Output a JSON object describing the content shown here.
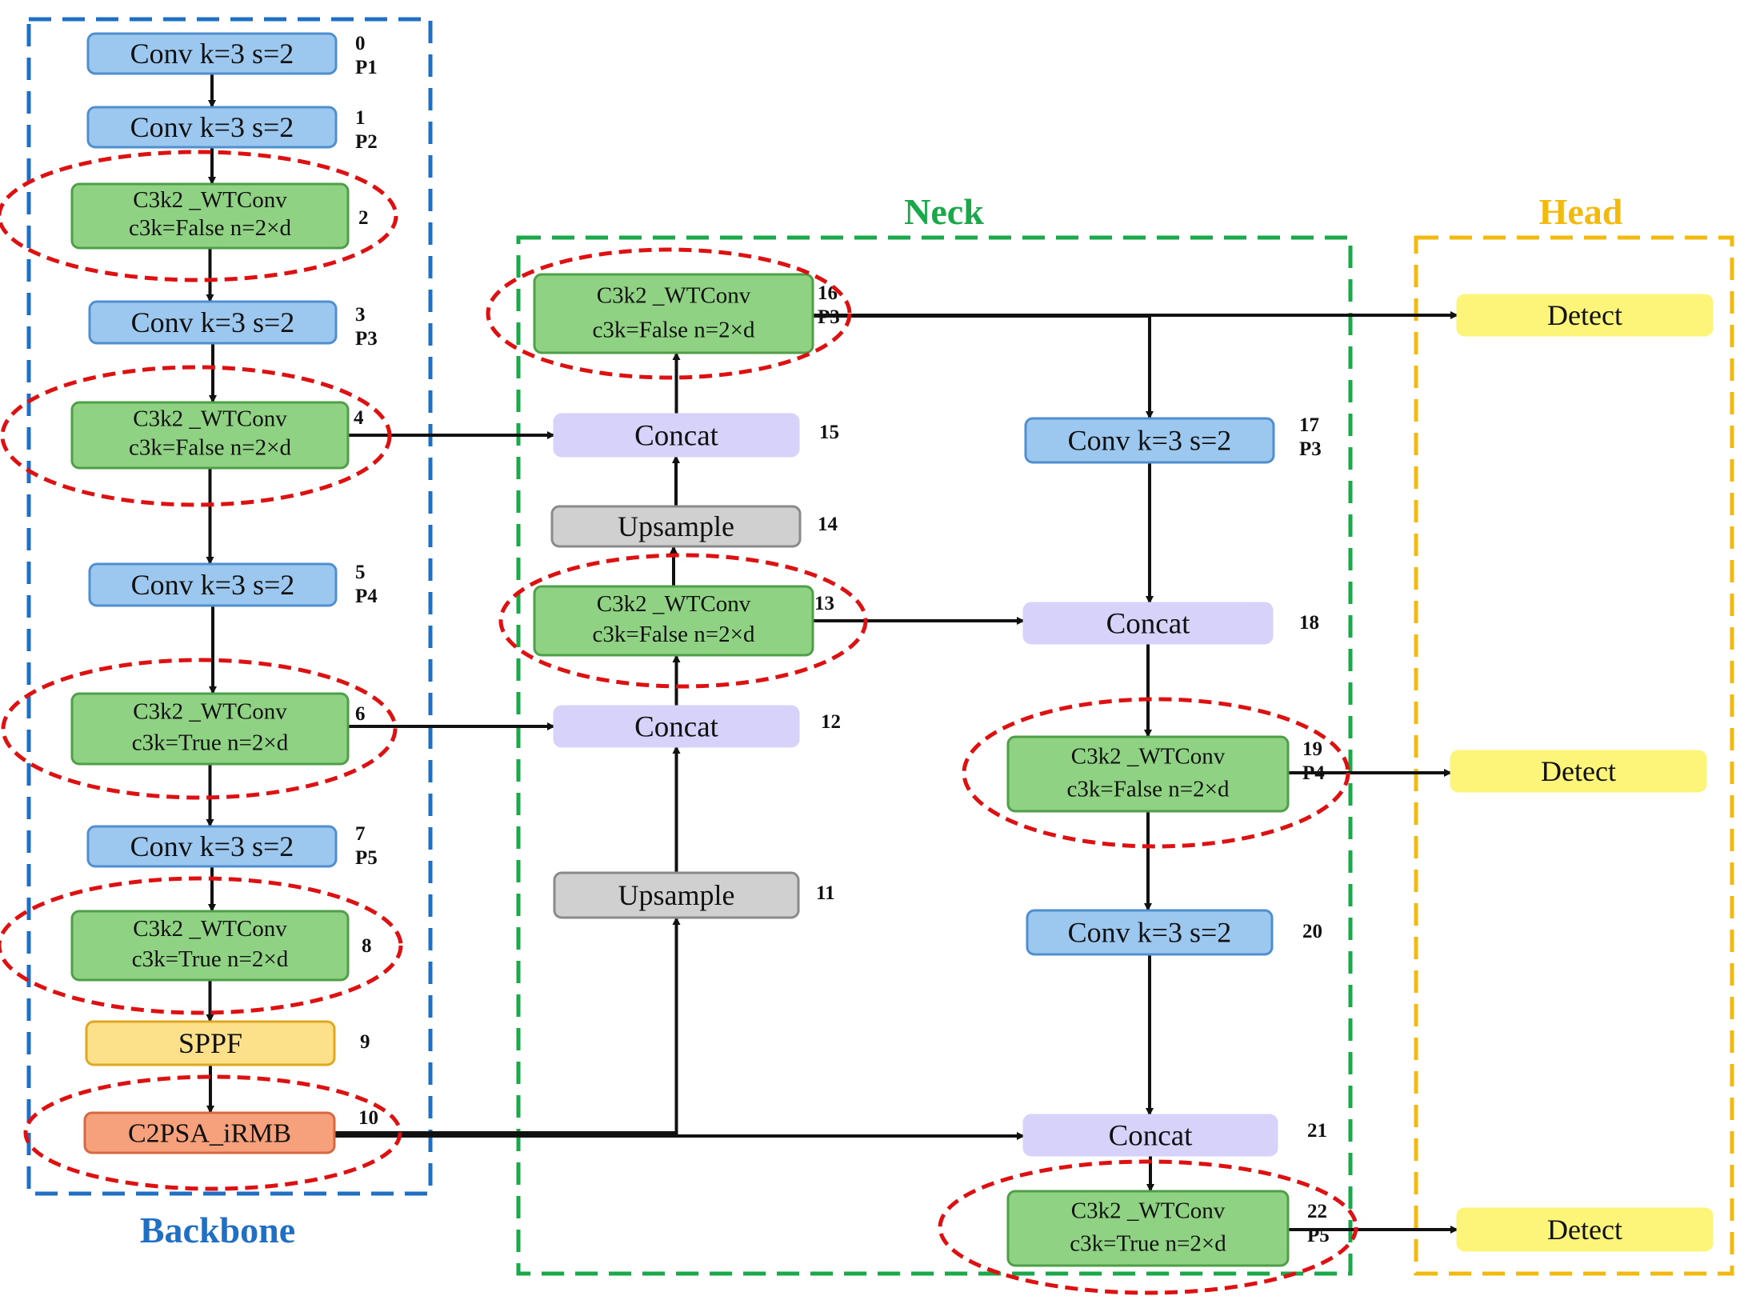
{
  "colors": {
    "backbone": "#1f6fc4",
    "neck": "#1aa84a",
    "head": "#f2b90f",
    "ellipse": "#dd1111",
    "conv_fill": "#9cc8ef",
    "conv_stroke": "#4f8fd0",
    "c3k2_fill": "#8fd283",
    "c3k2_stroke": "#4f9f48",
    "concat_fill": "#d6d2fa",
    "upsample_fill": "#d0d0d0",
    "upsample_stroke": "#8a8a8a",
    "sppf_fill": "#fde08a",
    "sppf_stroke": "#e0a820",
    "c2psa_fill": "#f7a07c",
    "c2psa_stroke": "#d86840",
    "detect_fill": "#fdf57a"
  },
  "sections": {
    "backbone": "Backbone",
    "neck": "Neck",
    "head": "Head"
  },
  "nodes": [
    {
      "id": "n0",
      "type": "conv",
      "lines": [
        "Conv k=3 s=2"
      ],
      "index": "0",
      "level": "P1"
    },
    {
      "id": "n1",
      "type": "conv",
      "lines": [
        "Conv k=3 s=2"
      ],
      "index": "1",
      "level": "P2"
    },
    {
      "id": "n2",
      "type": "c3k2",
      "lines": [
        "C3k2 _WTConv",
        "c3k=False   n=2×d"
      ],
      "index": "2",
      "level": ""
    },
    {
      "id": "n3",
      "type": "conv",
      "lines": [
        "Conv k=3 s=2"
      ],
      "index": "3",
      "level": "P3"
    },
    {
      "id": "n4",
      "type": "c3k2",
      "lines": [
        "C3k2 _WTConv",
        "c3k=False   n=2×d"
      ],
      "index": "4",
      "level": ""
    },
    {
      "id": "n5",
      "type": "conv",
      "lines": [
        "Conv k=3 s=2"
      ],
      "index": "5",
      "level": "P4"
    },
    {
      "id": "n6",
      "type": "c3k2",
      "lines": [
        "C3k2 _WTConv",
        "c3k=True    n=2×d"
      ],
      "index": "6",
      "level": ""
    },
    {
      "id": "n7",
      "type": "conv",
      "lines": [
        "Conv k=3 s=2"
      ],
      "index": "7",
      "level": "P5"
    },
    {
      "id": "n8",
      "type": "c3k2",
      "lines": [
        "C3k2 _WTConv",
        "c3k=True    n=2×d"
      ],
      "index": "8",
      "level": ""
    },
    {
      "id": "n9",
      "type": "sppf",
      "lines": [
        "SPPF"
      ],
      "index": "9",
      "level": ""
    },
    {
      "id": "n10",
      "type": "c2psa",
      "lines": [
        "C2PSA_iRMB"
      ],
      "index": "10",
      "level": ""
    },
    {
      "id": "n11",
      "type": "upsample",
      "lines": [
        "Upsample"
      ],
      "index": "11",
      "level": ""
    },
    {
      "id": "n12",
      "type": "concat",
      "lines": [
        "Concat"
      ],
      "index": "12",
      "level": ""
    },
    {
      "id": "n13",
      "type": "c3k2",
      "lines": [
        "C3k2 _WTConv",
        "c3k=False   n=2×d"
      ],
      "index": "13",
      "level": ""
    },
    {
      "id": "n14",
      "type": "upsample",
      "lines": [
        "Upsample"
      ],
      "index": "14",
      "level": ""
    },
    {
      "id": "n15",
      "type": "concat",
      "lines": [
        "Concat"
      ],
      "index": "15",
      "level": ""
    },
    {
      "id": "n16",
      "type": "c3k2",
      "lines": [
        "C3k2 _WTConv",
        "c3k=False   n=2×d"
      ],
      "index": "16",
      "level": "P3"
    },
    {
      "id": "n17",
      "type": "conv",
      "lines": [
        "Conv k=3 s=2"
      ],
      "index": "17",
      "level": "P3"
    },
    {
      "id": "n18",
      "type": "concat",
      "lines": [
        "Concat"
      ],
      "index": "18",
      "level": ""
    },
    {
      "id": "n19",
      "type": "c3k2",
      "lines": [
        "C3k2 _WTConv",
        "c3k=False   n=2×d"
      ],
      "index": "19",
      "level": "P4"
    },
    {
      "id": "n20",
      "type": "conv",
      "lines": [
        "Conv k=3 s=2"
      ],
      "index": "20",
      "level": ""
    },
    {
      "id": "n21",
      "type": "concat",
      "lines": [
        "Concat"
      ],
      "index": "21",
      "level": ""
    },
    {
      "id": "n22",
      "type": "c3k2",
      "lines": [
        "C3k2 _WTConv",
        "c3k=True    n=2×d"
      ],
      "index": "22",
      "level": "P5"
    },
    {
      "id": "d1",
      "type": "detect",
      "lines": [
        "Detect"
      ],
      "index": "",
      "level": ""
    },
    {
      "id": "d2",
      "type": "detect",
      "lines": [
        "Detect"
      ],
      "index": "",
      "level": ""
    },
    {
      "id": "d3",
      "type": "detect",
      "lines": [
        "Detect"
      ],
      "index": "",
      "level": ""
    }
  ],
  "edges": [
    [
      "n0",
      "n1"
    ],
    [
      "n1",
      "n2"
    ],
    [
      "n2",
      "n3"
    ],
    [
      "n3",
      "n4"
    ],
    [
      "n4",
      "n5"
    ],
    [
      "n5",
      "n6"
    ],
    [
      "n6",
      "n7"
    ],
    [
      "n7",
      "n8"
    ],
    [
      "n8",
      "n9"
    ],
    [
      "n9",
      "n10"
    ],
    [
      "n10",
      "n11"
    ],
    [
      "n11",
      "n12"
    ],
    [
      "n6",
      "n12"
    ],
    [
      "n12",
      "n13"
    ],
    [
      "n13",
      "n14"
    ],
    [
      "n14",
      "n15"
    ],
    [
      "n4",
      "n15"
    ],
    [
      "n15",
      "n16"
    ],
    [
      "n16",
      "d1"
    ],
    [
      "n16",
      "n17"
    ],
    [
      "n17",
      "n18"
    ],
    [
      "n13",
      "n18"
    ],
    [
      "n18",
      "n19"
    ],
    [
      "n19",
      "d2"
    ],
    [
      "n19",
      "n20"
    ],
    [
      "n20",
      "n21"
    ],
    [
      "n10",
      "n21"
    ],
    [
      "n21",
      "n22"
    ],
    [
      "n22",
      "d3"
    ]
  ]
}
